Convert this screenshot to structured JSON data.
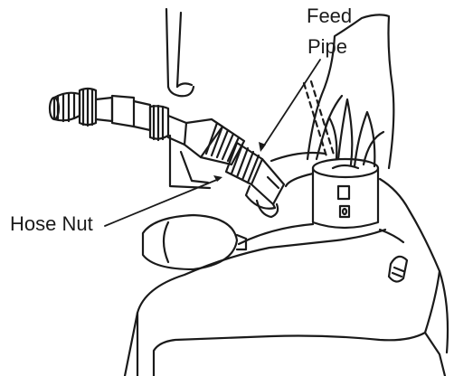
{
  "labels": {
    "feed_pipe_line1": "Feed",
    "feed_pipe_line2": "Pipe",
    "hose_nut": "Hose Nut"
  },
  "colors": {
    "ink": "#1a1a1a",
    "paper": "#ffffff"
  }
}
